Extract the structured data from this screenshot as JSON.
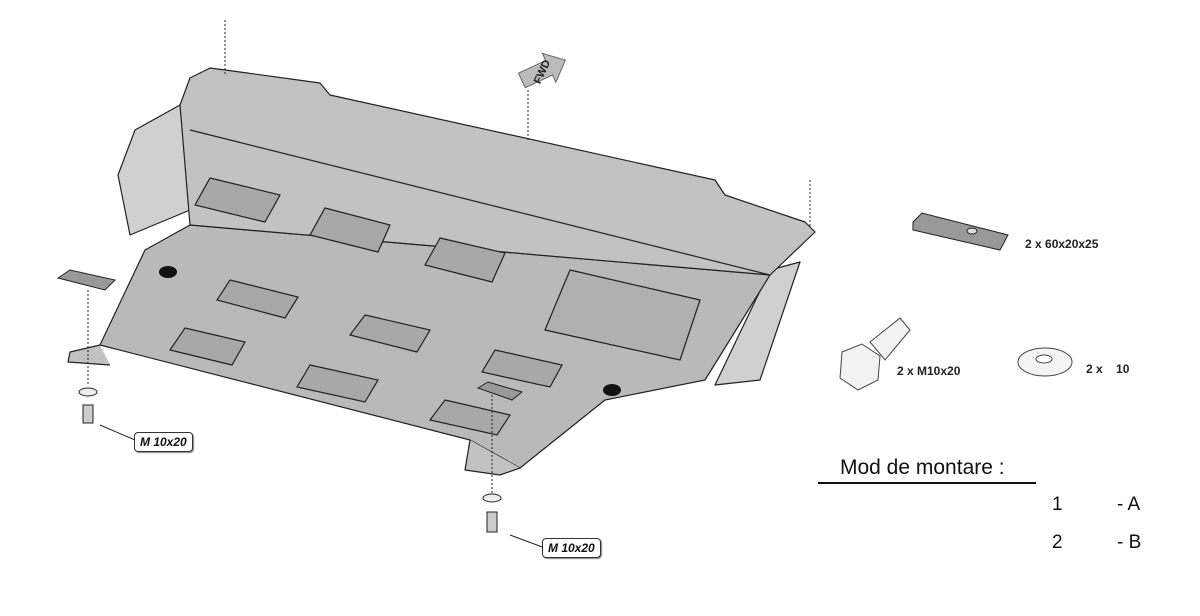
{
  "diagram": {
    "fwd_label": "FWD",
    "parts": [
      {
        "name": "plate",
        "label": "2 x 60x20x25"
      },
      {
        "name": "bolt",
        "label": "2 x  M10x20"
      },
      {
        "name": "washer",
        "label": "2 x    10"
      }
    ],
    "callouts": [
      "M 10x20",
      "M 10x20"
    ],
    "mounting": {
      "title": "Mod de montare :",
      "steps": [
        {
          "number": "1",
          "letter": "- A"
        },
        {
          "number": "2",
          "letter": "- B"
        }
      ]
    }
  }
}
